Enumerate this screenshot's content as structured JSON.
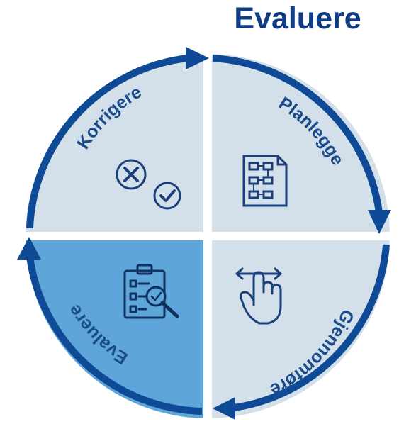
{
  "title": "Evaluere",
  "quadrants": [
    {
      "id": "korrigere",
      "label": "Korrigere",
      "icon": "cross-check-icon",
      "fill": "#d3e0e9"
    },
    {
      "id": "planlegge",
      "label": "Planlegge",
      "icon": "flowchart-document-icon",
      "fill": "#d3e0e9"
    },
    {
      "id": "gjennomfore",
      "label": "Gjennomføre",
      "icon": "swipe-hand-icon",
      "fill": "#d3e0e9"
    },
    {
      "id": "evaluere",
      "label": "Evaluere",
      "icon": "clipboard-magnifier-icon",
      "fill": "#5ea5d9"
    }
  ],
  "colors": {
    "arrow": "#0f4a96",
    "title": "#0f3c84",
    "label": "#1a4b8c",
    "highlight": "#5ea5d9",
    "quadrant": "#d3e0e9"
  }
}
